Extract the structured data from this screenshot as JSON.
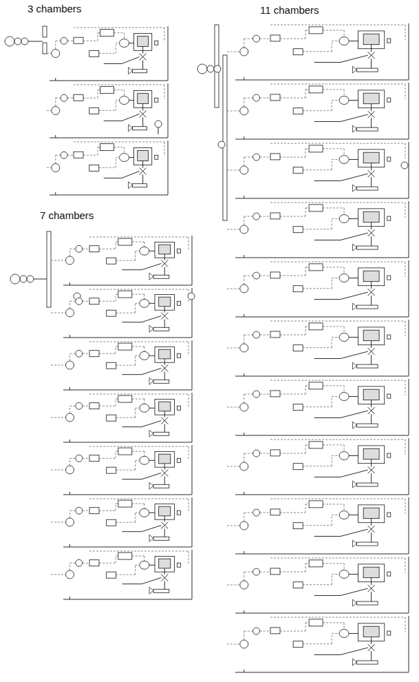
{
  "diagram": {
    "labels": [
      "3 chambers",
      "11 chambers",
      "7 chambers"
    ]
  }
}
